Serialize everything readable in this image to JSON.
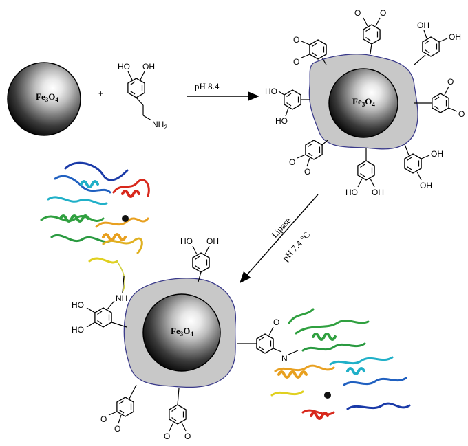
{
  "diagram": {
    "core": {
      "main": "Fe",
      "sub": "3",
      "main2": "O",
      "sub2": "4"
    },
    "reagent_plus": "+",
    "dopamine": {
      "oh_a": "HO",
      "oh_b": "OH",
      "amine": "NH",
      "amine_sub": "2"
    },
    "step1_condition": "pH 8.4",
    "step2_condition_line1": "Lipase",
    "step2_condition_line2": "pH 7.4 °C",
    "labels": {
      "ho": "HO",
      "oh": "OH",
      "o": "O",
      "nh": "NH",
      "n": "N"
    },
    "colors": {
      "shell_fill": "#c8c8c8",
      "shell_outline": "#3a3a8a",
      "core_dark": "#111111",
      "core_light": "#f4f4f4",
      "helix_red": "#d8281c",
      "helix_orange": "#e8a020",
      "helix_yellow": "#e0d020",
      "helix_green": "#30a040",
      "helix_cyan": "#20b0c8",
      "helix_blue": "#1a3aa8"
    }
  }
}
